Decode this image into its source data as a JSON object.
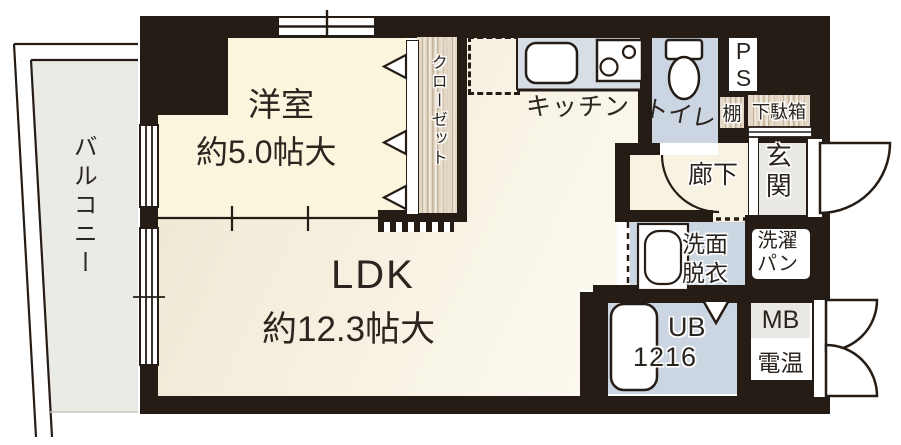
{
  "rooms": {
    "balcony": {
      "label": "バルコニー"
    },
    "western_room": {
      "label": "洋室",
      "size": "約5.0帖大"
    },
    "closet": {
      "label": "クローゼット"
    },
    "ldk": {
      "label": "LDK",
      "size": "約12.3帖大"
    },
    "kitchen": {
      "label": "キッチン"
    },
    "toilet": {
      "label": "トイレ"
    },
    "pipe_space": {
      "label": "PS"
    },
    "shelf": {
      "label": "棚"
    },
    "shoe_cabinet": {
      "label": "下駄箱"
    },
    "hallway": {
      "label": "廊下"
    },
    "entrance": {
      "label": "玄関"
    },
    "washroom": {
      "line1": "洗面",
      "line2": "脱衣"
    },
    "laundry_pan": {
      "line1": "洗濯",
      "line2": "パン"
    },
    "unit_bath": {
      "label": "UB",
      "size": "1216"
    },
    "meter_box": {
      "label": "MB"
    },
    "electric_water_heater": {
      "label": "電温"
    }
  },
  "colors": {
    "wall": "#251c16",
    "western_room_floor": "#faf5dc",
    "ldk_floor": "#f4eedd",
    "wet_area_floor": "#ccd6e2",
    "kitchen_counter": "#d8dee6",
    "balcony_floor": "#ebebe5",
    "entrance_floor": "#e9e8e2",
    "wood": "#e3d7c3"
  }
}
